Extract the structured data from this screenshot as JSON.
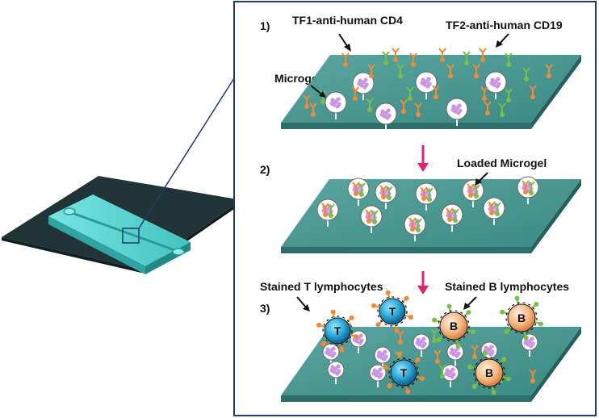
{
  "panel1": {
    "step": "1)",
    "label_tf1": "TF1-anti-human CD4",
    "label_tf2": "TF2-anti-human CD19",
    "label_microgel": "Microgel"
  },
  "panel2": {
    "step": "2)",
    "label_loaded": "Loaded Microgel"
  },
  "panel3": {
    "step": "3)",
    "label_t": "Stained T lymphocytes",
    "label_b": "Stained B lymphocytes",
    "t_letter": "T",
    "b_letter": "B"
  },
  "colors": {
    "plate": "#3f8f8a",
    "plate_edge": "#2e6f6b",
    "chip_base": "#1f3438",
    "chip_top": "#5fd6d3",
    "orange": "#f28a34",
    "green": "#77c043",
    "magenta": "#e4206b",
    "frame": "#1f3a6b",
    "t_cell": "#2aa9d8",
    "b_cell": "#f2b480"
  }
}
